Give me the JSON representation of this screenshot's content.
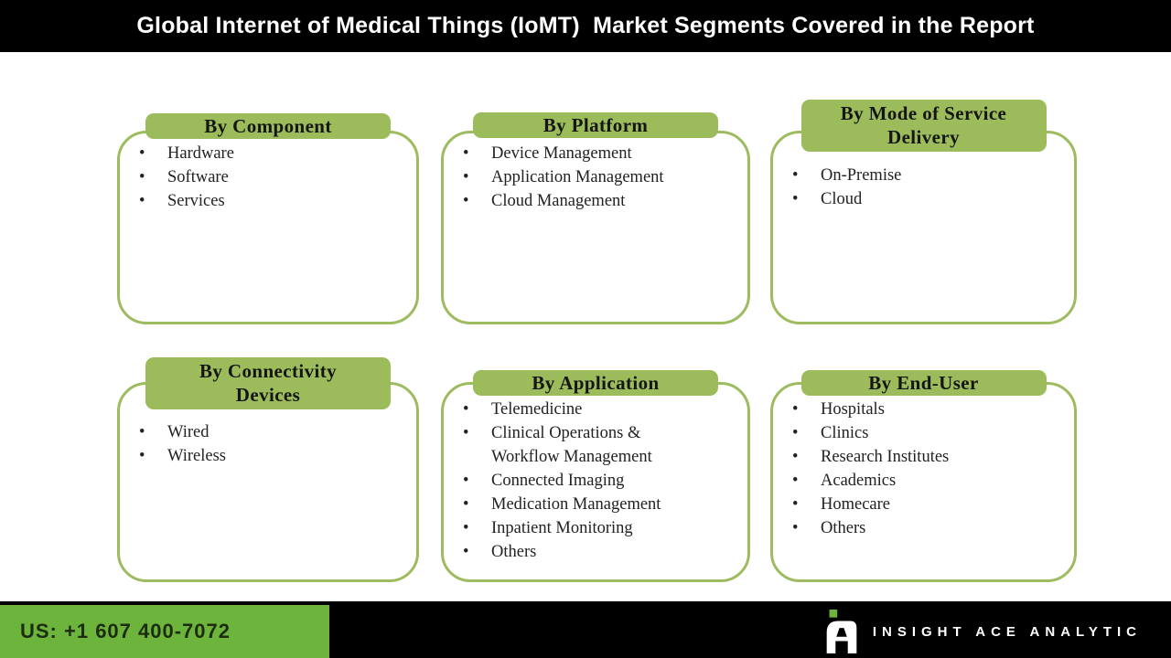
{
  "header": {
    "title": "Global Internet of Medical Things (IoMT)  Market Segments Covered in the Report"
  },
  "segments": [
    {
      "title": "By Component",
      "items": [
        "Hardware",
        "Software",
        "Services"
      ]
    },
    {
      "title": "By Platform",
      "items": [
        "Device Management",
        "Application Management",
        "Cloud Management"
      ]
    },
    {
      "title": "By Mode of Service Delivery",
      "items": [
        "On-Premise",
        "Cloud"
      ]
    },
    {
      "title": "By Connectivity Devices",
      "items": [
        "Wired",
        "Wireless"
      ]
    },
    {
      "title": "By Application",
      "items": [
        "Telemedicine",
        "Clinical Operations & Workflow Management",
        "Connected Imaging",
        "Medication Management",
        "Inpatient Monitoring",
        "Others"
      ]
    },
    {
      "title": "By End-User",
      "items": [
        "Hospitals",
        "Clinics",
        "Research Institutes",
        "Academics",
        "Homecare",
        "Others"
      ]
    }
  ],
  "footer": {
    "phone": "US: +1 607 400-7072",
    "brand": "INSIGHT ACE ANALYTIC",
    "logo_icon": "insight-ace-monogram-logo"
  },
  "colors": {
    "header_bg": "#000000",
    "title_text": "#ffffff",
    "tab_green": "#9CBC5C",
    "border_green": "#9DBB5F",
    "footer_green": "#6CB43C",
    "logo_accent_green": "#6CB43C"
  }
}
